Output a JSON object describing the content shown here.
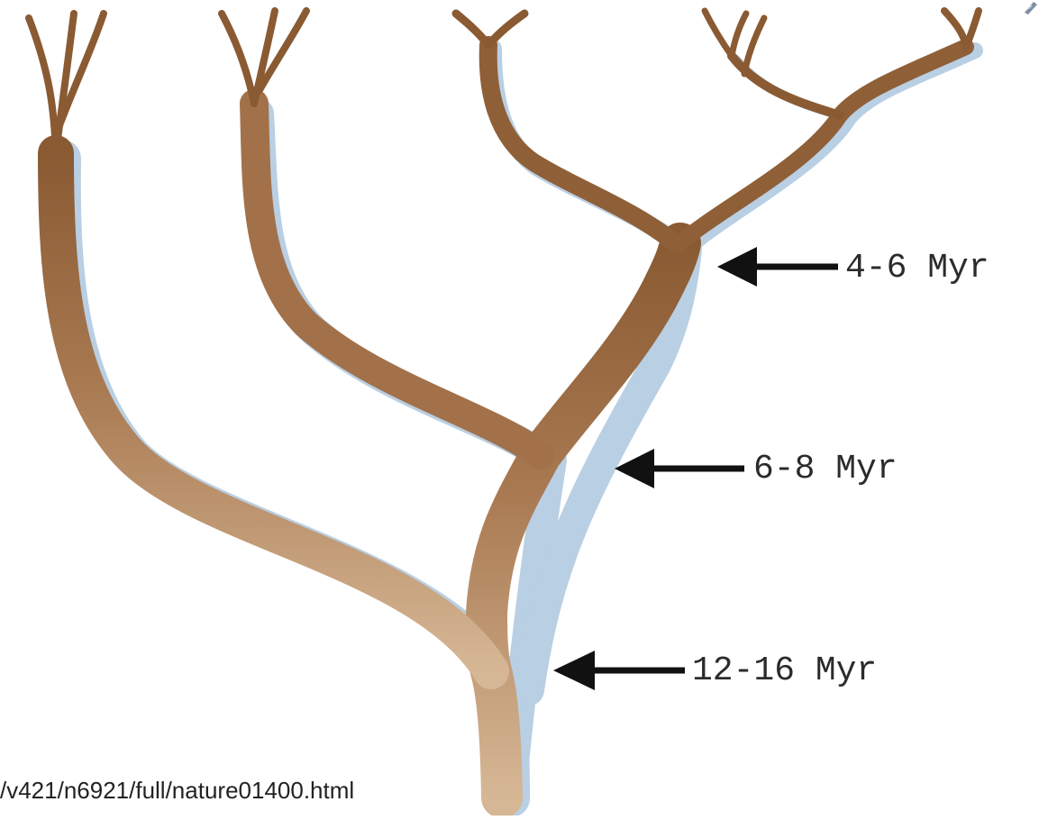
{
  "diagram": {
    "divergence_labels": [
      {
        "id": "4-6",
        "text": "4-6 Myr"
      },
      {
        "id": "6-8",
        "text": "6-8 Myr"
      },
      {
        "id": "12-16",
        "text": "12-16 Myr"
      }
    ],
    "source_url": "/v421/n6921/full/nature01400.html"
  },
  "colors": {
    "branch_dark": "#8a5a33",
    "branch_light": "#d6b795",
    "shadow": "#b9cfe3",
    "arrow": "#111111"
  },
  "icons": {
    "corner": "pencil-icon"
  }
}
